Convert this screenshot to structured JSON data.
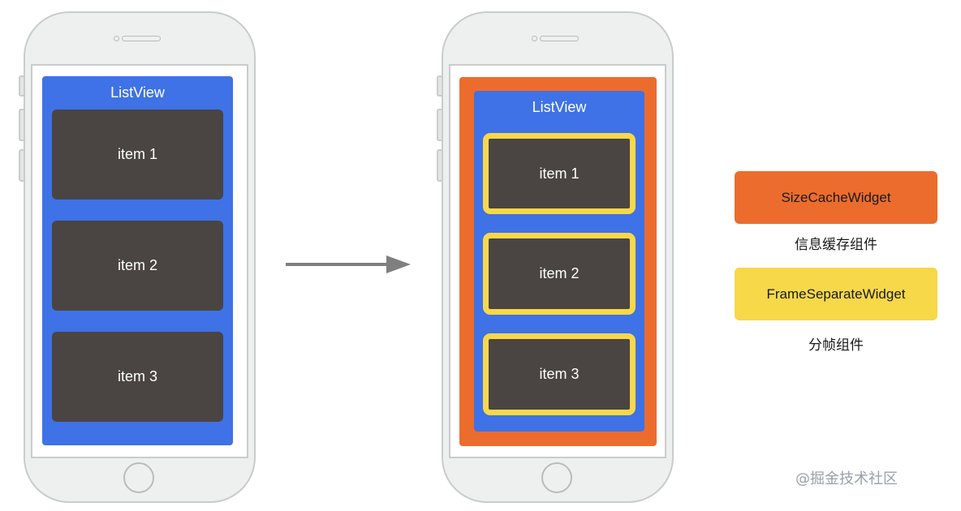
{
  "left_phone": {
    "listview_title": "ListView",
    "items": [
      "item 1",
      "item 2",
      "item 3"
    ]
  },
  "right_phone": {
    "listview_title": "ListView",
    "items": [
      "item 1",
      "item 2",
      "item 3"
    ]
  },
  "legend": {
    "size_cache": {
      "label": "SizeCacheWidget",
      "caption": "信息缓存组件",
      "color": "#ec6c2d"
    },
    "frame_separate": {
      "label": "FrameSeparateWidget",
      "caption": "分帧组件",
      "color": "#f7d849"
    }
  },
  "colors": {
    "listview": "#3e72e6",
    "item": "#4a4542",
    "arrow": "#7f7f7f"
  },
  "watermark": "@掘金技术社区"
}
